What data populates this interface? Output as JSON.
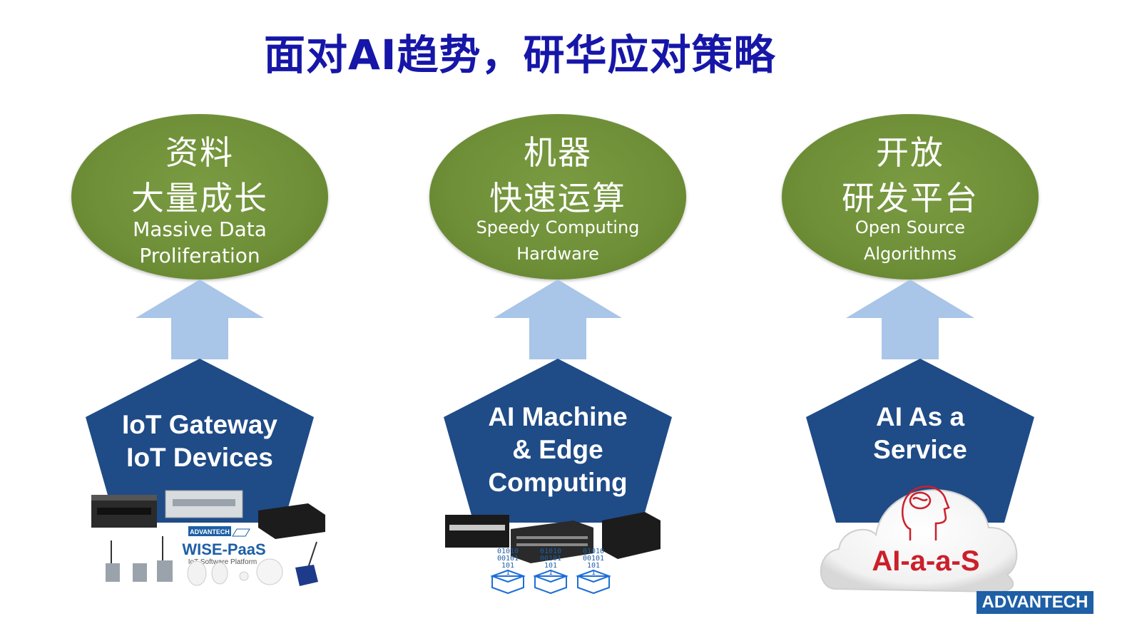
{
  "title": "面对AI趋势，研华应对策略",
  "columns": [
    {
      "zh1": "资料",
      "zh2": "大量成长",
      "en1": "Massive Data",
      "en2": "Proliferation",
      "pent_lines": [
        "IoT Gateway",
        "IoT Devices"
      ],
      "logo_small": "ADVANTECH",
      "platform_name": "WISE-PaaS",
      "platform_sub": "IoT Software Platform"
    },
    {
      "zh1": "机器",
      "zh2": "快速运算",
      "en1": "Speedy Computing",
      "en2": "Hardware",
      "pent_lines": [
        "AI Machine",
        "& Edge",
        "Computing"
      ],
      "binary": [
        "01010",
        "00101",
        "101",
        "1"
      ]
    },
    {
      "zh1": "开放",
      "zh2": "研发平台",
      "en1": "Open Source",
      "en2": "Algorithms",
      "pent_lines": [
        "AI As a",
        "Service"
      ],
      "cloud_label": "AI-a-a-S"
    }
  ],
  "brand": "ADVANTECH",
  "colors": {
    "title": "#1616a8",
    "ellipse": "#6e8f37",
    "arrow": "#a9c5e8",
    "pentagon": "#1f4b87",
    "cloud_text": "#cc1f2a",
    "brand_bg": "#1e5fa6"
  }
}
